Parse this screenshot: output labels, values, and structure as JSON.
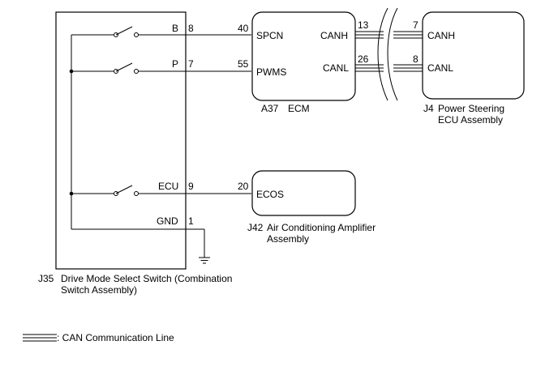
{
  "switch_assembly": {
    "code": "J35",
    "name_line1": "Drive Mode Select Switch (Combination",
    "name_line2": "Switch Assembly)",
    "pins": [
      {
        "label": "B",
        "number": "8"
      },
      {
        "label": "P",
        "number": "7"
      },
      {
        "label": "ECU",
        "number": "9"
      },
      {
        "label": "GND",
        "number": "1"
      }
    ]
  },
  "ecm": {
    "code": "A37",
    "name": "ECM",
    "inputs": [
      {
        "pin": "40",
        "label": "SPCN"
      },
      {
        "pin": "55",
        "label": "PWMS"
      }
    ],
    "outputs": [
      {
        "label": "CANH",
        "pin": "13"
      },
      {
        "label": "CANL",
        "pin": "26"
      }
    ]
  },
  "power_steering_ecu": {
    "code": "J4",
    "name_line1": "Power Steering",
    "name_line2": "ECU Assembly",
    "pins": [
      {
        "pin": "7",
        "label": "CANH"
      },
      {
        "pin": "8",
        "label": "CANL"
      }
    ]
  },
  "ac_amplifier": {
    "code": "J42",
    "name_line1": "Air Conditioning Amplifier",
    "name_line2": "Assembly",
    "pin": "20",
    "label": "ECOS"
  },
  "legend": {
    "can_line_label": ": CAN Communication Line"
  }
}
